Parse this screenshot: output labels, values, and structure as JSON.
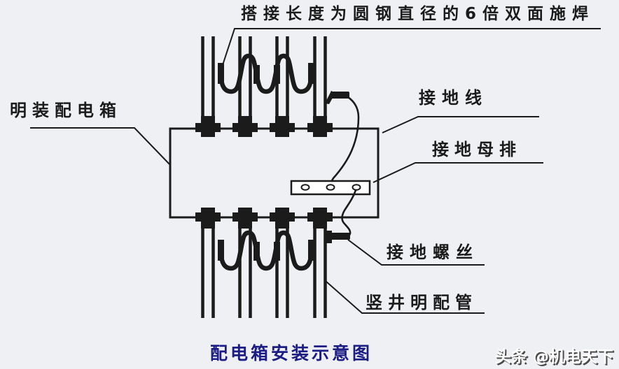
{
  "figure": {
    "caption": "配电箱安装示意图",
    "annotations": {
      "lap_weld": "搭接长度为圆钢直径的6倍双面施焊",
      "surface_mounted_box": "明装配电箱",
      "grounding_wire": "接地线",
      "grounding_busbar": "接地母排",
      "grounding_screw": "接地螺丝",
      "shaft_exposed_conduit": "竖井明配管"
    }
  },
  "watermark": {
    "text": "头条 @机电天下"
  },
  "colors": {
    "background": "#eef0f3",
    "line_art": "#1b1b1b",
    "caption_text": "#1c1c85",
    "watermark_text": "#ffffff",
    "watermark_shadow": "#4a4a4a"
  }
}
